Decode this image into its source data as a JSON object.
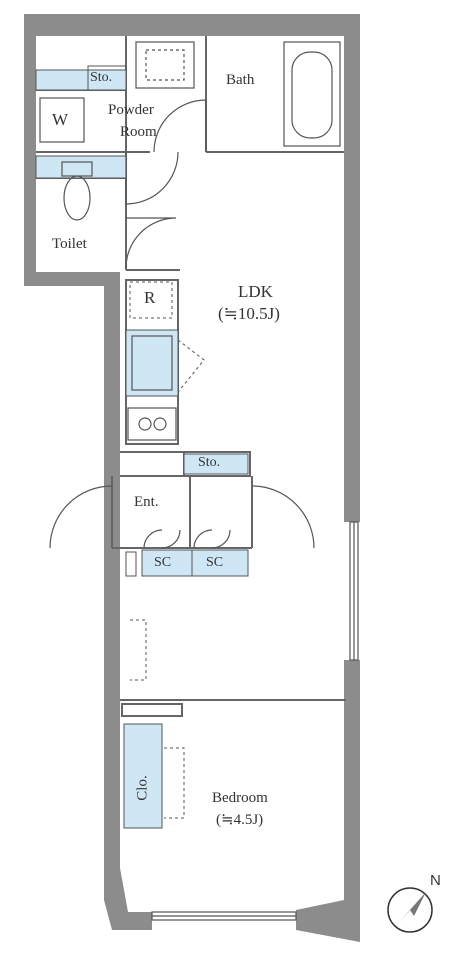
{
  "rooms": {
    "sto_top": "Sto.",
    "bath": "Bath",
    "w": "W",
    "powder_l1": "Powder",
    "powder_l2": "Room",
    "toilet": "Toilet",
    "ldk_l1": "LDK",
    "ldk_l2": "(≒10.5J)",
    "r": "R",
    "sto_mid": "Sto.",
    "ent": "Ent.",
    "sc1": "SC",
    "sc2": "SC",
    "clo": "Clo.",
    "bedroom_l1": "Bedroom",
    "bedroom_l2": "(≒4.5J)"
  },
  "compass": {
    "north": "N",
    "icon": "north-arrow-icon"
  },
  "colors": {
    "wall": "#8c8c8c",
    "wall_dark": "#6e6e6e",
    "storage_fill": "#cfe6f5",
    "line": "#555555"
  }
}
